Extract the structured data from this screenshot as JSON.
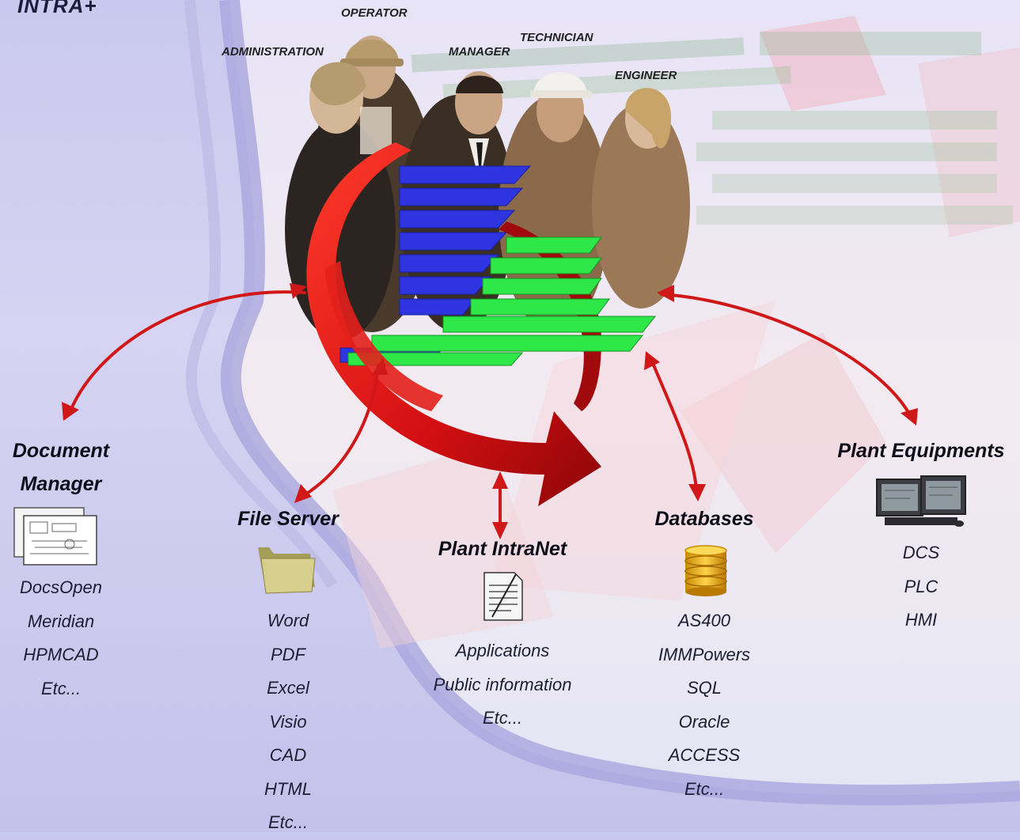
{
  "brand": "INTRA+",
  "roles": {
    "operator": "OPERATOR",
    "administration": "ADMINISTRATION",
    "manager": "MANAGER",
    "technician": "TECHNICIAN",
    "engineer": "ENGINEER"
  },
  "nodes": {
    "document_manager": {
      "title_line1": "Document",
      "title_line2": "Manager",
      "items": [
        "DocsOpen",
        "Meridian",
        "HPMCAD",
        "Etc..."
      ]
    },
    "file_server": {
      "title": "File Server",
      "items": [
        "Word",
        "PDF",
        "Excel",
        "Visio",
        "CAD",
        "HTML",
        "Etc..."
      ]
    },
    "plant_intranet": {
      "title": "Plant IntraNet",
      "items": [
        "Applications",
        "Public information",
        "Etc..."
      ]
    },
    "databases": {
      "title": "Databases",
      "items": [
        "AS400",
        "IMMPowers",
        "SQL",
        "Oracle",
        "ACCESS",
        "Etc..."
      ]
    },
    "plant_equipments": {
      "title": "Plant Equipments",
      "items": [
        "DCS",
        "PLC",
        "HMI"
      ]
    }
  },
  "colors": {
    "arrow_red": "#d01818",
    "logo_blue": "#2e35e0",
    "logo_green": "#2ee84a",
    "background_lavender": "#cfcdf0",
    "sepia": "#7a5a3c"
  },
  "icons": [
    "documents-icon",
    "folder-icon",
    "web-page-icon",
    "database-icon",
    "monitors-icon"
  ]
}
